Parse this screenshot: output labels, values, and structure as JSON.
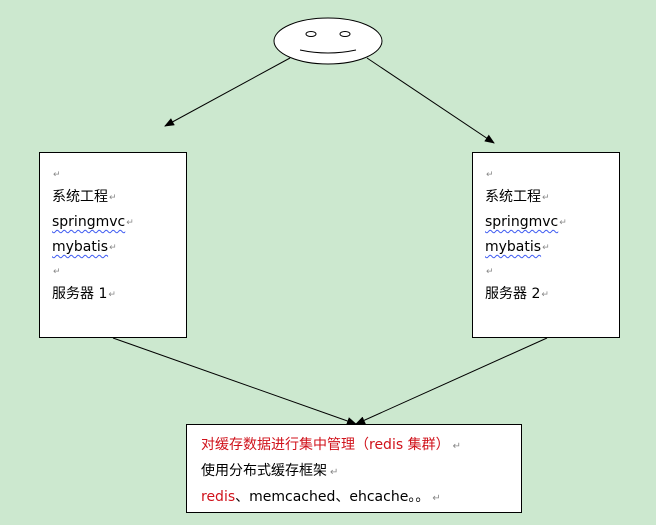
{
  "diagram": {
    "servers": [
      {
        "lines": [
          "系统工程",
          "springmvc",
          "mybatis",
          "服务器 1"
        ]
      },
      {
        "lines": [
          "系统工程",
          "springmvc",
          "mybatis",
          "服务器 2"
        ]
      }
    ],
    "cache": {
      "line1": "对缓存数据进行集中管理（redis 集群）",
      "line2": "使用分布式缓存框架",
      "line3_red": "redis",
      "line3_rest": "、memcached、ehcache。。"
    },
    "return_mark": "↵",
    "colors": {
      "background": "#cce8cf",
      "accent_red": "#d0121b",
      "spellcheck_underline": "#3d5af1"
    },
    "icons": [
      "smiley-face-icon"
    ]
  }
}
